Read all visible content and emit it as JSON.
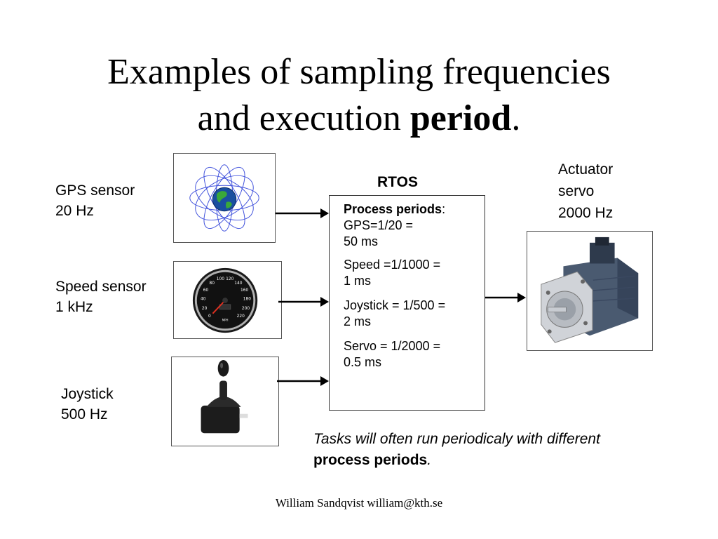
{
  "title": {
    "line1": "Examples of sampling frequencies",
    "line2_pre": "and execution ",
    "line2_bold": "period",
    "line2_post": "."
  },
  "sensors": {
    "gps": {
      "name": "GPS sensor",
      "rate": "20 Hz"
    },
    "speed": {
      "name": "Speed sensor",
      "rate": "1 kHz"
    },
    "joystick": {
      "name": "Joystick",
      "rate": "500 Hz"
    }
  },
  "actuator": {
    "line1": "Actuator",
    "line2": "servo",
    "rate": "2000 Hz"
  },
  "rtos": {
    "heading": "RTOS",
    "periods_label": "Process periods",
    "periods_colon": ":",
    "gps_formula": "GPS=1/20 =",
    "gps_value": "50 ms",
    "speed_formula": "Speed =1/1000 =",
    "speed_value": "1 ms",
    "joystick_formula": "Joystick = 1/500 =",
    "joystick_value": "2 ms",
    "servo_formula": "Servo = 1/2000 =",
    "servo_value": "0.5 ms"
  },
  "note": {
    "italic": "Tasks will often run periodicaly with different",
    "bold": "process periods",
    "end": "."
  },
  "footer": "William Sandqvist  william@kth.se",
  "gauge_ticks": [
    "0",
    "20",
    "40",
    "60",
    "80",
    "100",
    "120",
    "140",
    "160",
    "180",
    "200",
    "220"
  ],
  "gauge_unit": "MPH",
  "colors": {
    "accent": "#000000",
    "orbit": "#4455dd",
    "servo_body": "#4a5a70"
  }
}
